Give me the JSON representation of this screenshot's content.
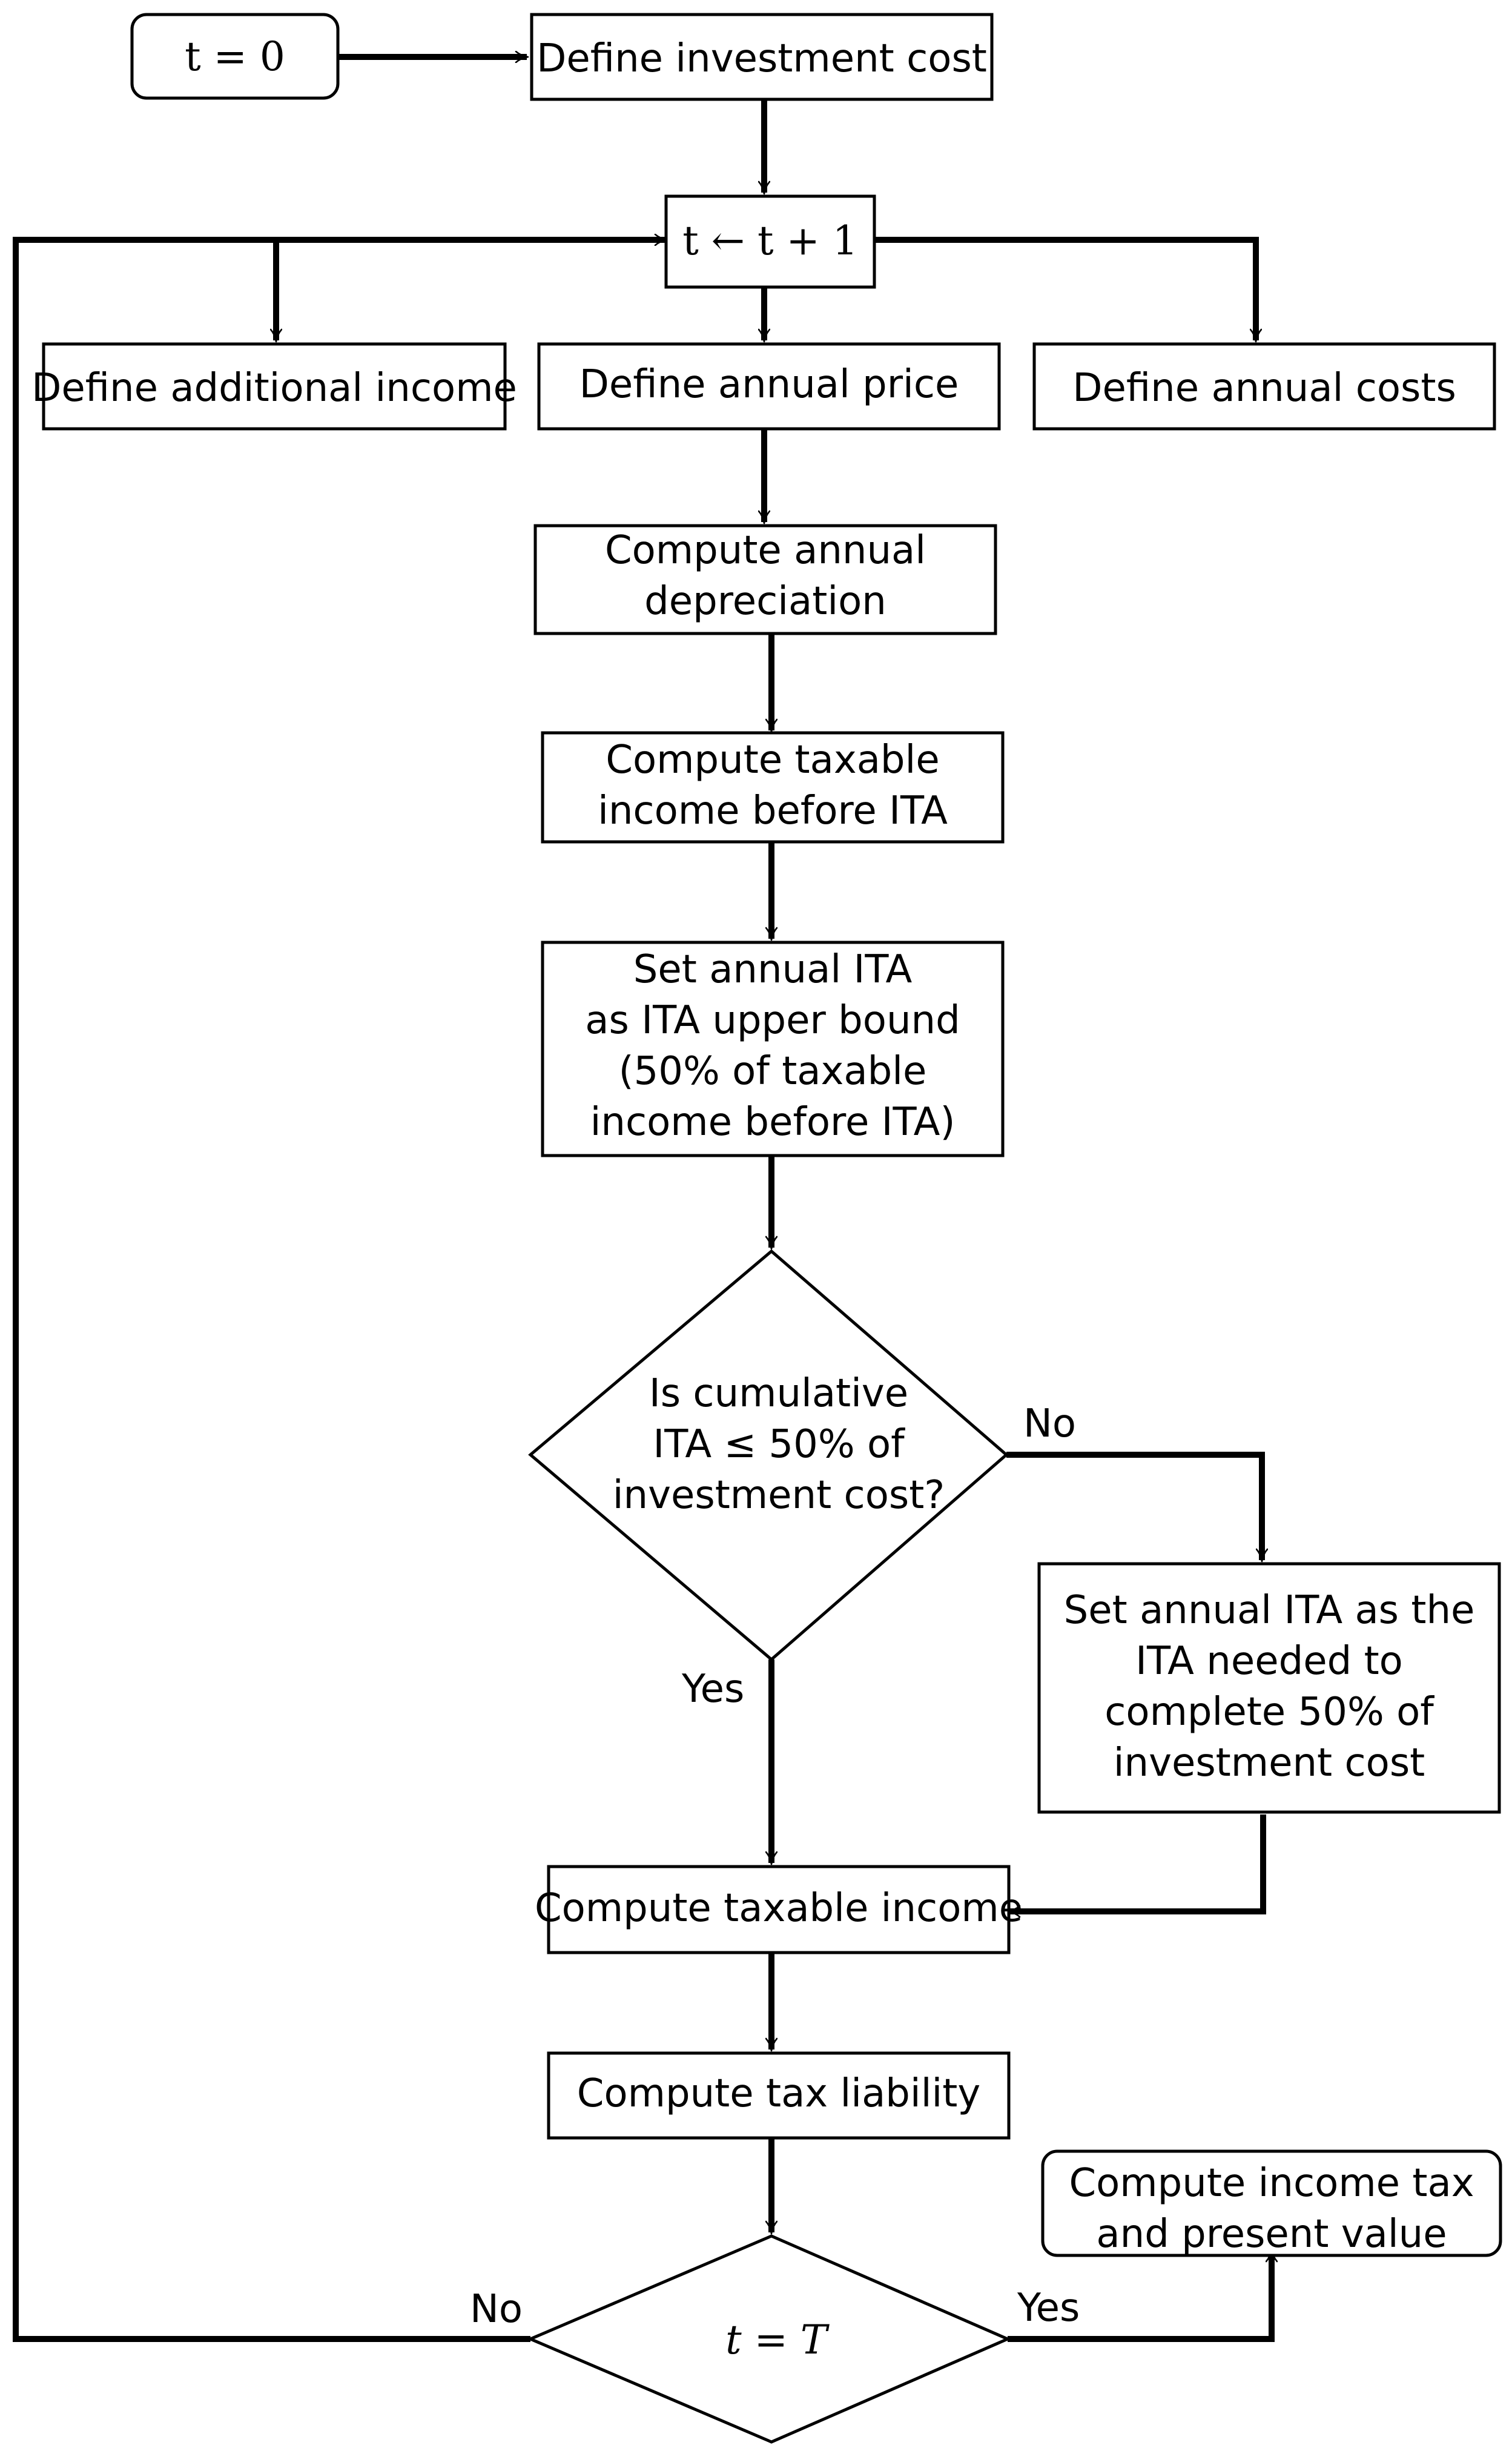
{
  "nodes": {
    "start": {
      "label": "t = 0"
    },
    "invest": {
      "label": "Define investment cost"
    },
    "increment": {
      "label": "t ← t + 1"
    },
    "additional_income": {
      "label": "Define additional income"
    },
    "annual_price": {
      "label": "Define annual price"
    },
    "annual_costs": {
      "label": "Define annual costs"
    },
    "depreciation": {
      "lines": [
        "Compute annual",
        "depreciation"
      ]
    },
    "taxable_before_ita": {
      "lines": [
        "Compute taxable",
        "income before ITA"
      ]
    },
    "set_ita_upper": {
      "lines": [
        "Set annual ITA",
        "as ITA upper bound",
        "(50% of taxable",
        "income before ITA)"
      ]
    },
    "decision_cumulative": {
      "lines": [
        "Is cumulative",
        "ITA ≤ 50% of",
        "investment cost?"
      ]
    },
    "set_ita_needed": {
      "lines": [
        "Set annual ITA as the",
        "ITA needed to",
        "complete 50% of",
        "investment cost"
      ]
    },
    "taxable_income": {
      "label": "Compute taxable income"
    },
    "tax_liability": {
      "label": "Compute tax liability"
    },
    "income_tax_pv": {
      "lines": [
        "Compute income tax",
        "and present value"
      ]
    },
    "decision_end": {
      "label": "t = T"
    }
  },
  "edge_labels": {
    "cumulative_no": "No",
    "cumulative_yes": "Yes",
    "end_no": "No",
    "end_yes": "Yes"
  }
}
